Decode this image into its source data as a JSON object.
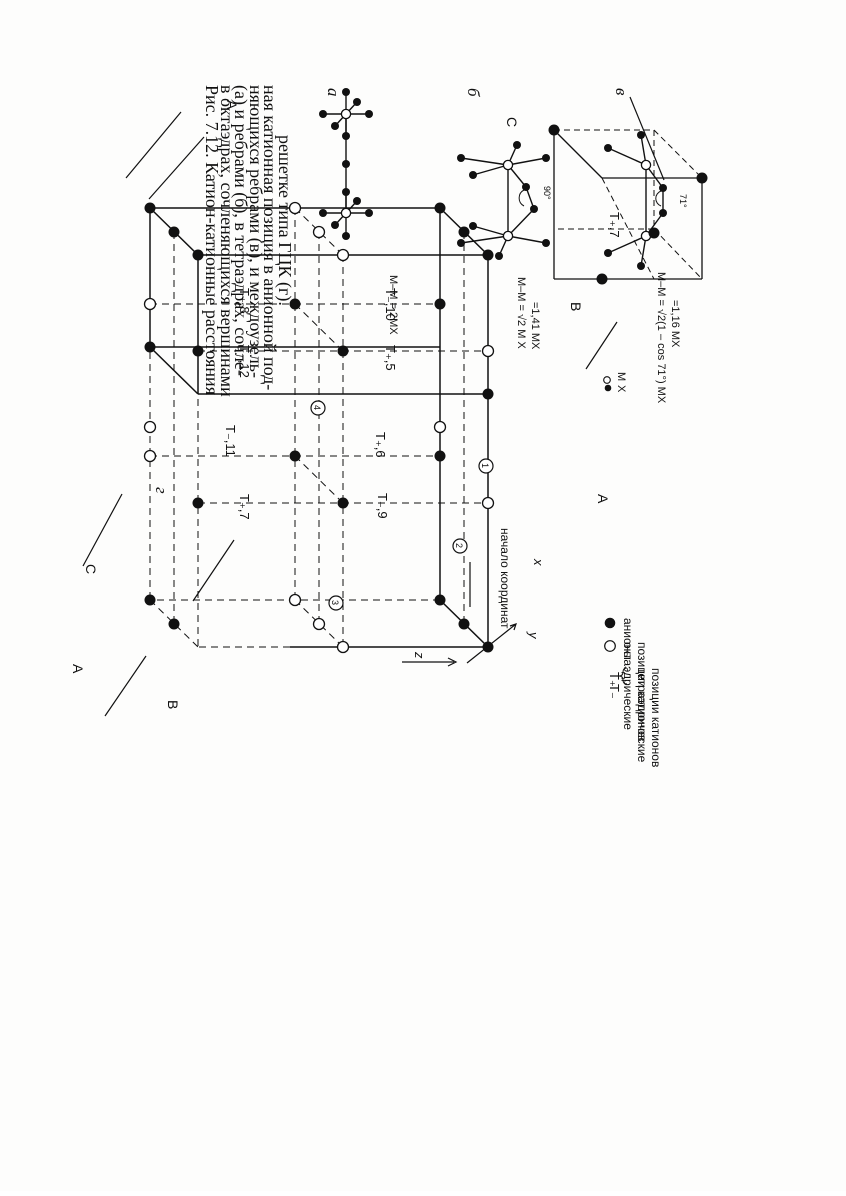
{
  "caption": {
    "lines": [
      "Рис. 7.12. Катион-катионные расстояния",
      "в октаэдрах, сочленяющихся вершинами",
      "(а) и ребрами (б), в тетраэдрах, сочле-",
      "няющихся ребрами (в), и междоузель-",
      "ная катионная позиция в анионной под-",
      "решетке типа ГЦК (г)."
    ]
  },
  "panel_labels": {
    "a": "а",
    "b": "б",
    "v": "в",
    "g": "г"
  },
  "panel_a": {
    "formula": "M–M = 2MX"
  },
  "panel_b": {
    "formula_1": "M–M = √2 M X",
    "formula_2": "=1,41 MX",
    "angle": "90°"
  },
  "panel_v": {
    "formula_1": "M–M = √2(1 – cos 71°) MX",
    "formula_2": "=1,16 MX",
    "angle": "71°"
  },
  "legend_mx": {
    "m": "M",
    "x": "X"
  },
  "cube": {
    "direction_labels": {
      "A_top": "A",
      "A_bottom": "A",
      "A_right": "A",
      "C_left": "C",
      "C_small": "C",
      "B_left": "B",
      "B_small": "B"
    },
    "axes": {
      "z": "z",
      "y": "y",
      "x": "x",
      "origin": "начало координат"
    },
    "site_numbers": [
      "1",
      "2",
      "3",
      "4"
    ],
    "tetra_labels": {
      "t8": "T₊,8",
      "t10": "T₋,10",
      "t12": "T₋,12",
      "t5": "T₊,5",
      "t11": "T₋,11",
      "t6": "T₊,6",
      "t7": "T₊,7",
      "t9": "T₋,9"
    },
    "small_cube_label": "T₊,7"
  },
  "legend": {
    "anions": "анионы",
    "oct_1": "октаэдрические",
    "oct_2": "позиции катионов",
    "t_plus": "T₊",
    "t_minus": "T₋",
    "tet_1": "тетраэдрические",
    "tet_2": "позиции катионов"
  }
}
